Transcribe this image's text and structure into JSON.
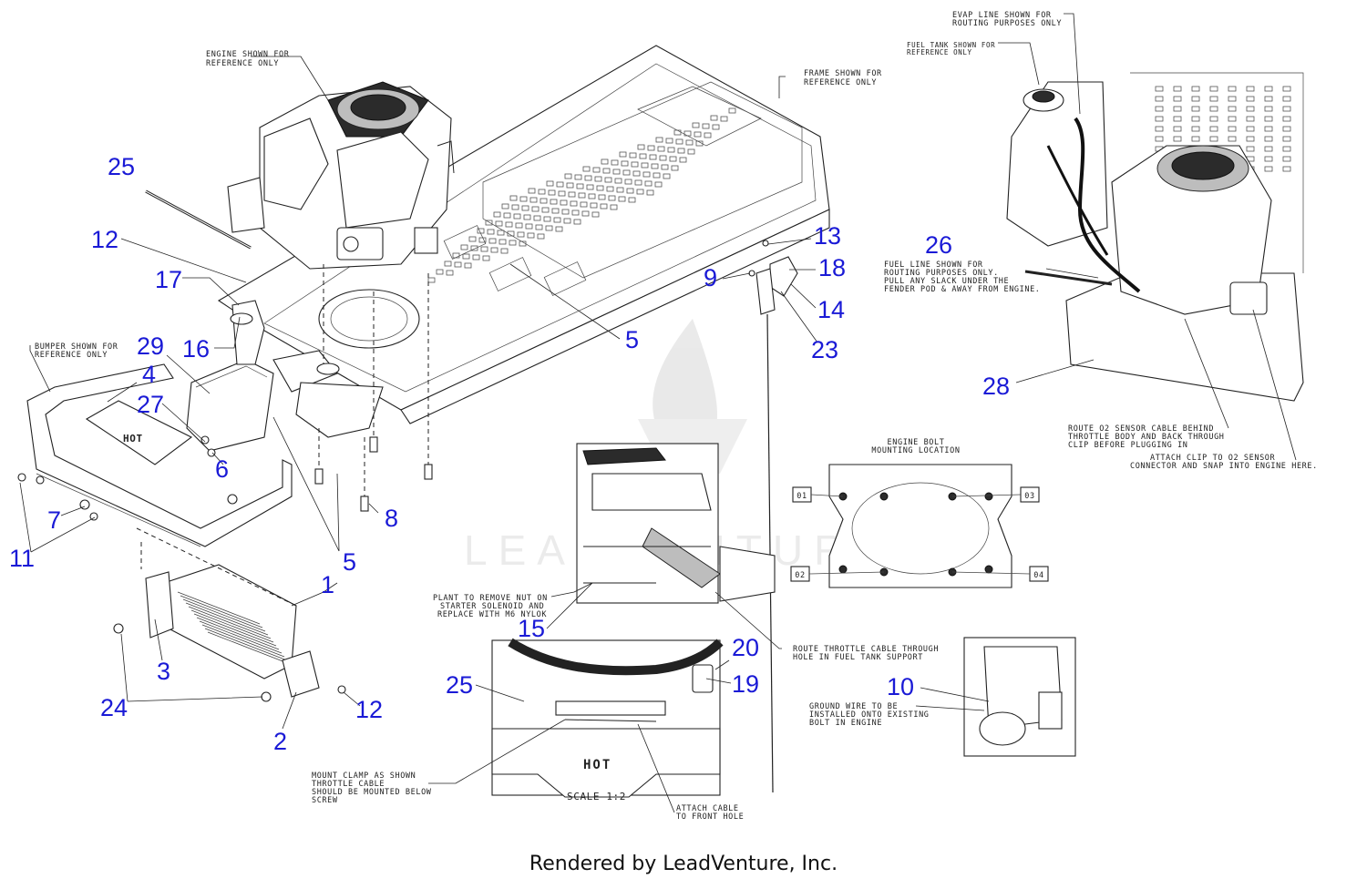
{
  "footer": "Rendered by LeadVenture, Inc.",
  "watermark": "LEADVENTURE",
  "callouts": [
    {
      "id": "c25a",
      "label": "25"
    },
    {
      "id": "c12a",
      "label": "12"
    },
    {
      "id": "c17",
      "label": "17"
    },
    {
      "id": "c29",
      "label": "29"
    },
    {
      "id": "c16",
      "label": "16"
    },
    {
      "id": "c4",
      "label": "4"
    },
    {
      "id": "c27",
      "label": "27"
    },
    {
      "id": "c6",
      "label": "6"
    },
    {
      "id": "c7",
      "label": "7"
    },
    {
      "id": "c11",
      "label": "11"
    },
    {
      "id": "c8",
      "label": "8"
    },
    {
      "id": "c5a",
      "label": "5"
    },
    {
      "id": "c5b",
      "label": "5"
    },
    {
      "id": "c1",
      "label": "1"
    },
    {
      "id": "c3",
      "label": "3"
    },
    {
      "id": "c24",
      "label": "24"
    },
    {
      "id": "c2",
      "label": "2"
    },
    {
      "id": "c12b",
      "label": "12"
    },
    {
      "id": "c13",
      "label": "13"
    },
    {
      "id": "c9",
      "label": "9"
    },
    {
      "id": "c18",
      "label": "18"
    },
    {
      "id": "c14",
      "label": "14"
    },
    {
      "id": "c23",
      "label": "23"
    },
    {
      "id": "c26",
      "label": "26"
    },
    {
      "id": "c28",
      "label": "28"
    },
    {
      "id": "c15",
      "label": "15"
    },
    {
      "id": "c20",
      "label": "20"
    },
    {
      "id": "c25b",
      "label": "25"
    },
    {
      "id": "c19",
      "label": "19"
    },
    {
      "id": "c10",
      "label": "10"
    }
  ],
  "notes": {
    "engine_ref": [
      "ENGINE SHOWN FOR",
      "REFERENCE ONLY"
    ],
    "frame_ref": [
      "FRAME SHOWN FOR",
      "REFERENCE ONLY"
    ],
    "bumper_ref": [
      "BUMPER SHOWN FOR",
      "REFERENCE ONLY"
    ],
    "evap_line": [
      "EVAP LINE SHOWN FOR",
      "ROUTING PURPOSES ONLY"
    ],
    "fuel_tank": [
      "FUEL TANK SHOWN FOR",
      "REFERENCE ONLY"
    ],
    "fuel_line": [
      "FUEL LINE SHOWN FOR",
      "ROUTING PURPOSES ONLY.",
      "PULL ANY SLACK UNDER THE",
      "FENDER POD & AWAY FROM ENGINE."
    ],
    "o2_route": [
      "ROUTE O2 SENSOR CABLE BEHIND",
      "THROTTLE BODY AND BACK THROUGH",
      "CLIP BEFORE PLUGGING IN"
    ],
    "o2_clip": [
      "ATTACH CLIP TO O2 SENSOR",
      "CONNECTOR AND SNAP INTO ENGINE HERE."
    ],
    "bolt_location": [
      "ENGINE BOLT",
      "MOUNTING LOCATION"
    ],
    "bolt_tags": [
      "01",
      "02",
      "03",
      "04"
    ],
    "plant_nut": [
      "PLANT TO REMOVE NUT ON",
      "STARTER SOLENOID AND",
      "REPLACE WITH M6 NYLOK"
    ],
    "throttle_route": [
      "ROUTE THROTTLE CABLE THROUGH",
      "HOLE IN FUEL TANK SUPPORT"
    ],
    "ground_wire": [
      "GROUND WIRE TO BE",
      "INSTALLED ONTO EXISTING",
      "BOLT IN ENGINE"
    ],
    "mount_clamp": [
      "MOUNT CLAMP AS SHOWN",
      "THROTTLE CABLE",
      "SHOULD BE MOUNTED BELOW",
      "SCREW"
    ],
    "attach_cable": [
      "ATTACH CABLE",
      "TO FRONT HOLE"
    ],
    "scale": "SCALE 1:2",
    "hot_label": "HOT"
  }
}
